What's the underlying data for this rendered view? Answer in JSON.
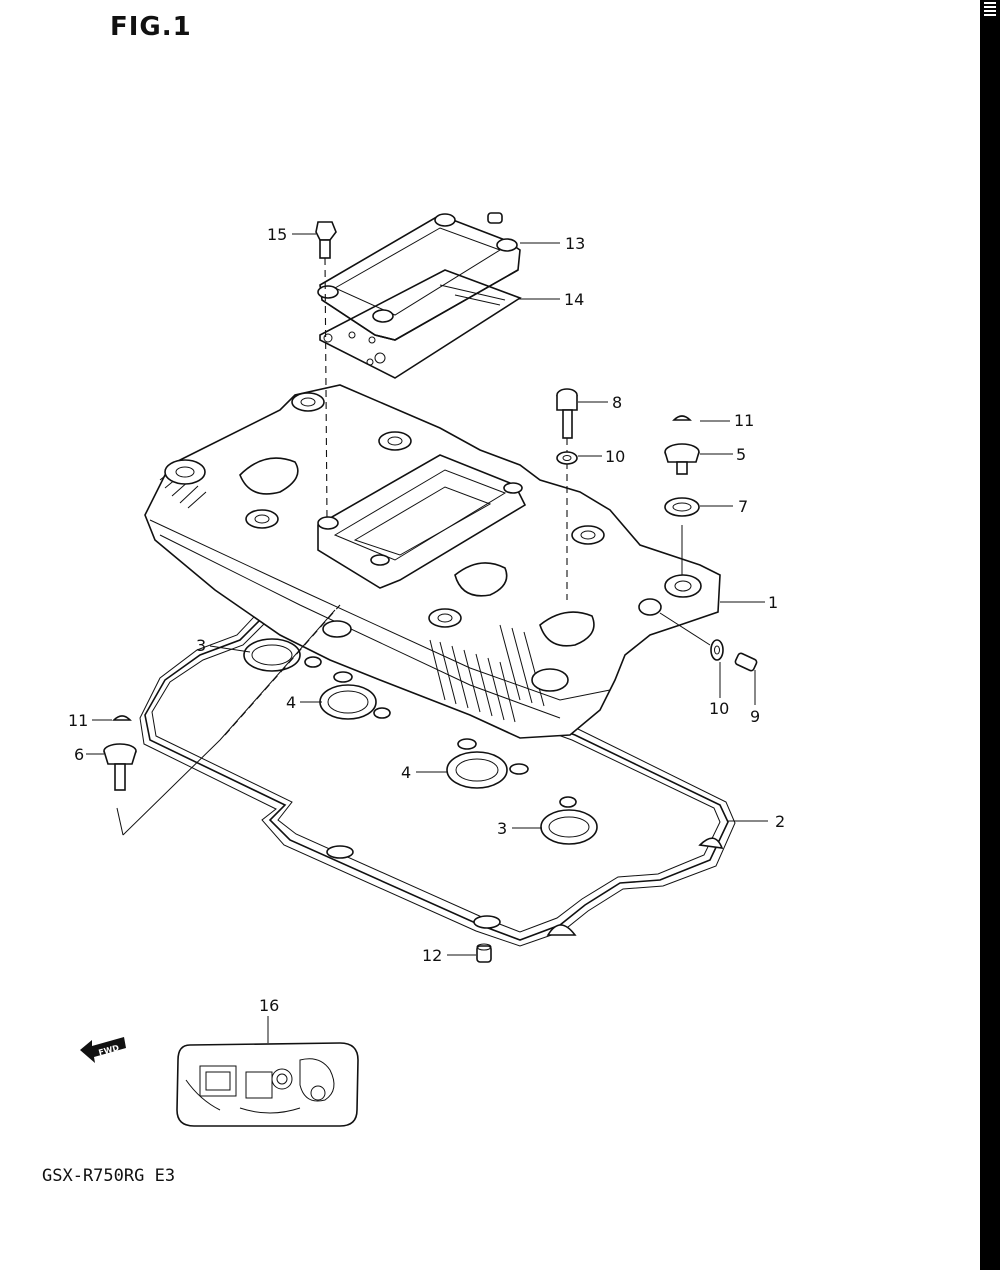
{
  "figure": {
    "title": "FIG.1",
    "model_code": "GSX-R750RG  E3",
    "fwd_label": "FWD"
  },
  "callouts": [
    {
      "number": "1"
    },
    {
      "number": "2"
    },
    {
      "number": "3"
    },
    {
      "number": "3"
    },
    {
      "number": "4"
    },
    {
      "number": "4"
    },
    {
      "number": "5"
    },
    {
      "number": "6"
    },
    {
      "number": "7"
    },
    {
      "number": "8"
    },
    {
      "number": "9"
    },
    {
      "number": "10"
    },
    {
      "number": "10"
    },
    {
      "number": "11"
    },
    {
      "number": "11"
    },
    {
      "number": "12"
    },
    {
      "number": "13"
    },
    {
      "number": "14"
    },
    {
      "number": "15"
    },
    {
      "number": "16"
    }
  ]
}
